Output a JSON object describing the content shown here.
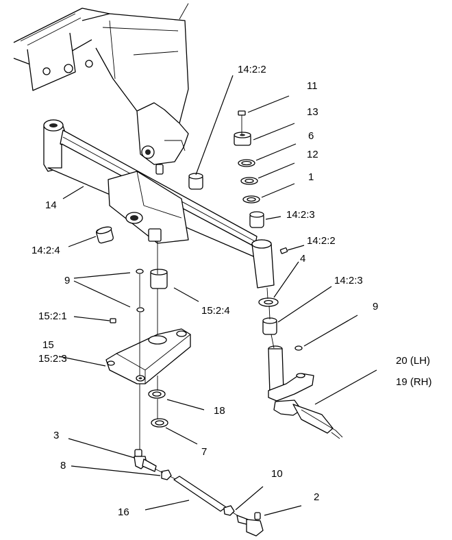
{
  "callouts": {
    "c_14_2_2_top": "14:2:2",
    "c_11": "11",
    "c_13": "13",
    "c_6": "6",
    "c_12": "12",
    "c_1": "1",
    "c_14": "14",
    "c_14_2_3_a": "14:2:3",
    "c_14_2_4": "14:2:4",
    "c_14_2_2_right": "14:2:2",
    "c_4": "4",
    "c_9_left": "9",
    "c_14_2_3_b": "14:2:3",
    "c_15_2_4": "15:2:4",
    "c_9_right": "9",
    "c_15_2_1": "15:2:1",
    "c_15": "15",
    "c_15_2_3": "15:2:3",
    "c_20": "20 (LH)",
    "c_19": "19 (RH)",
    "c_18": "18",
    "c_7": "7",
    "c_3": "3",
    "c_8": "8",
    "c_10": "10",
    "c_2": "2",
    "c_16": "16"
  }
}
